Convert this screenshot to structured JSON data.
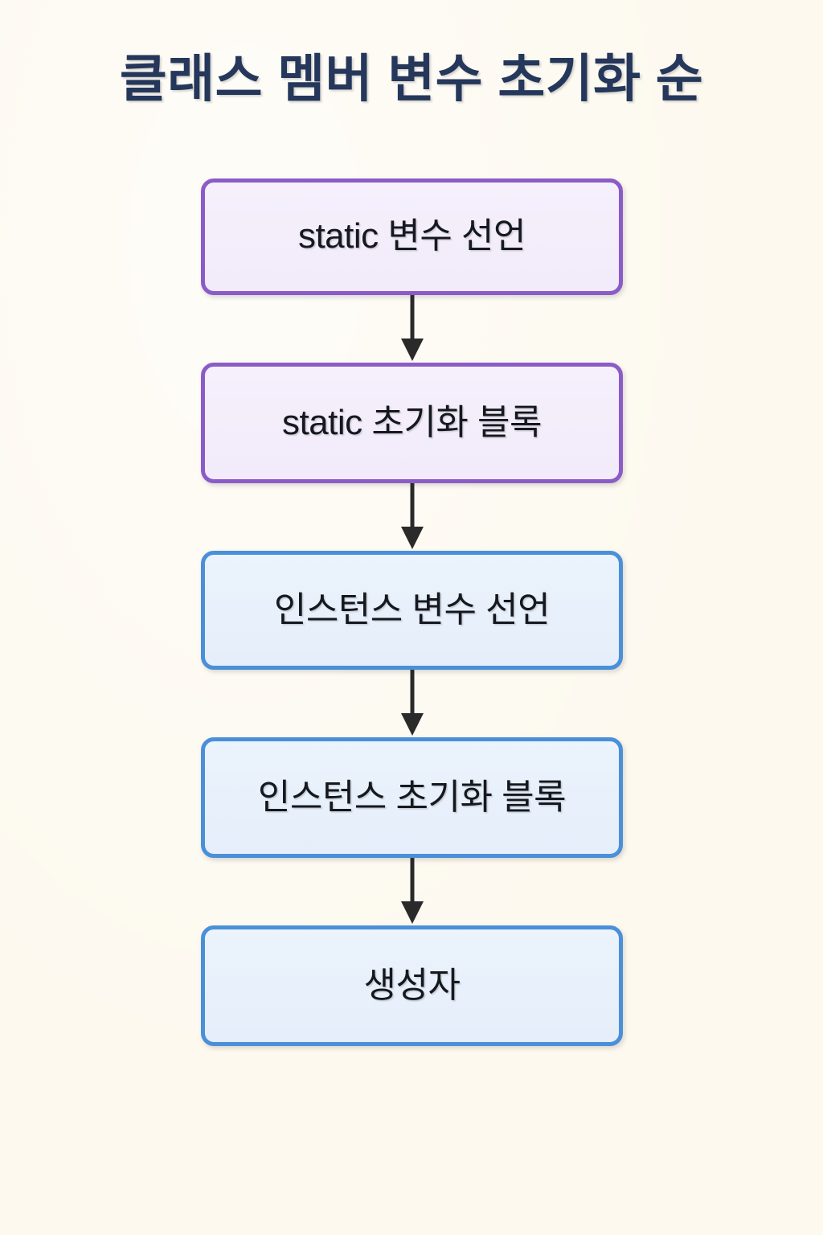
{
  "page": {
    "title": "클래스 멤버 변수 초기화 순",
    "background_color": "#FDF9EF",
    "title_color": "#25375A"
  },
  "diagram": {
    "type": "vertical-flowchart",
    "arrow_color": "#2A2A2A",
    "nodes": [
      {
        "label": "static 변수 선언",
        "group": "static",
        "border_color": "#8B5CC7",
        "fill_color": "#F3EDFB",
        "text_color": "#15191F"
      },
      {
        "label": "static 초기화 블록",
        "group": "static",
        "border_color": "#8B5CC7",
        "fill_color": "#F3EDFB",
        "text_color": "#15191F"
      },
      {
        "label": "인스턴스 변수 선언",
        "group": "instance",
        "border_color": "#4A90D9",
        "fill_color": "#E8F1FB",
        "text_color": "#15191F"
      },
      {
        "label": "인스턴스 초기화 블록",
        "group": "instance",
        "border_color": "#4A90D9",
        "fill_color": "#E8F1FB",
        "text_color": "#15191F"
      },
      {
        "label": "생성자",
        "group": "instance",
        "border_color": "#4A90D9",
        "fill_color": "#E8F1FB",
        "text_color": "#15191F"
      }
    ],
    "connectors": [
      {
        "from": "static 변수 선언",
        "to": "static 초기화 블록",
        "style": "arrow-down"
      },
      {
        "from": "static 초기화 블록",
        "to": "인스턴스 변수 선언",
        "style": "arrow-down"
      },
      {
        "from": "인스턴스 변수 선언",
        "to": "인스턴스 초기화 블록",
        "style": "arrow-down"
      },
      {
        "from": "인스턴스 초기화 블록",
        "to": "생성자",
        "style": "arrow-down"
      }
    ]
  }
}
